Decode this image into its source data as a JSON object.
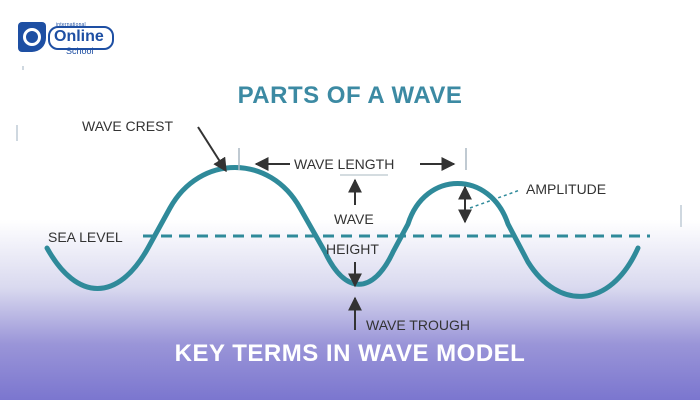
{
  "logo": {
    "small_text": "international",
    "main_text": "Online",
    "sub_text": "School"
  },
  "diagram": {
    "title": "PARTS OF A WAVE",
    "labels": {
      "wave_crest": "WAVE CREST",
      "wave_length": "WAVE LENGTH",
      "amplitude": "AMPLITUDE",
      "sea_level": "SEA LEVEL",
      "wave_height_line1": "WAVE",
      "wave_height_line2": "HEIGHT",
      "wave_trough": "WAVE TROUGH"
    },
    "colors": {
      "wave": "#2f8a9a",
      "arrows": "#2f8a9a",
      "text": "#333333",
      "title": "#3c8aa3"
    }
  },
  "banner": {
    "text": "KEY TERMS IN WAVE MODEL",
    "color": "#ffffff"
  }
}
